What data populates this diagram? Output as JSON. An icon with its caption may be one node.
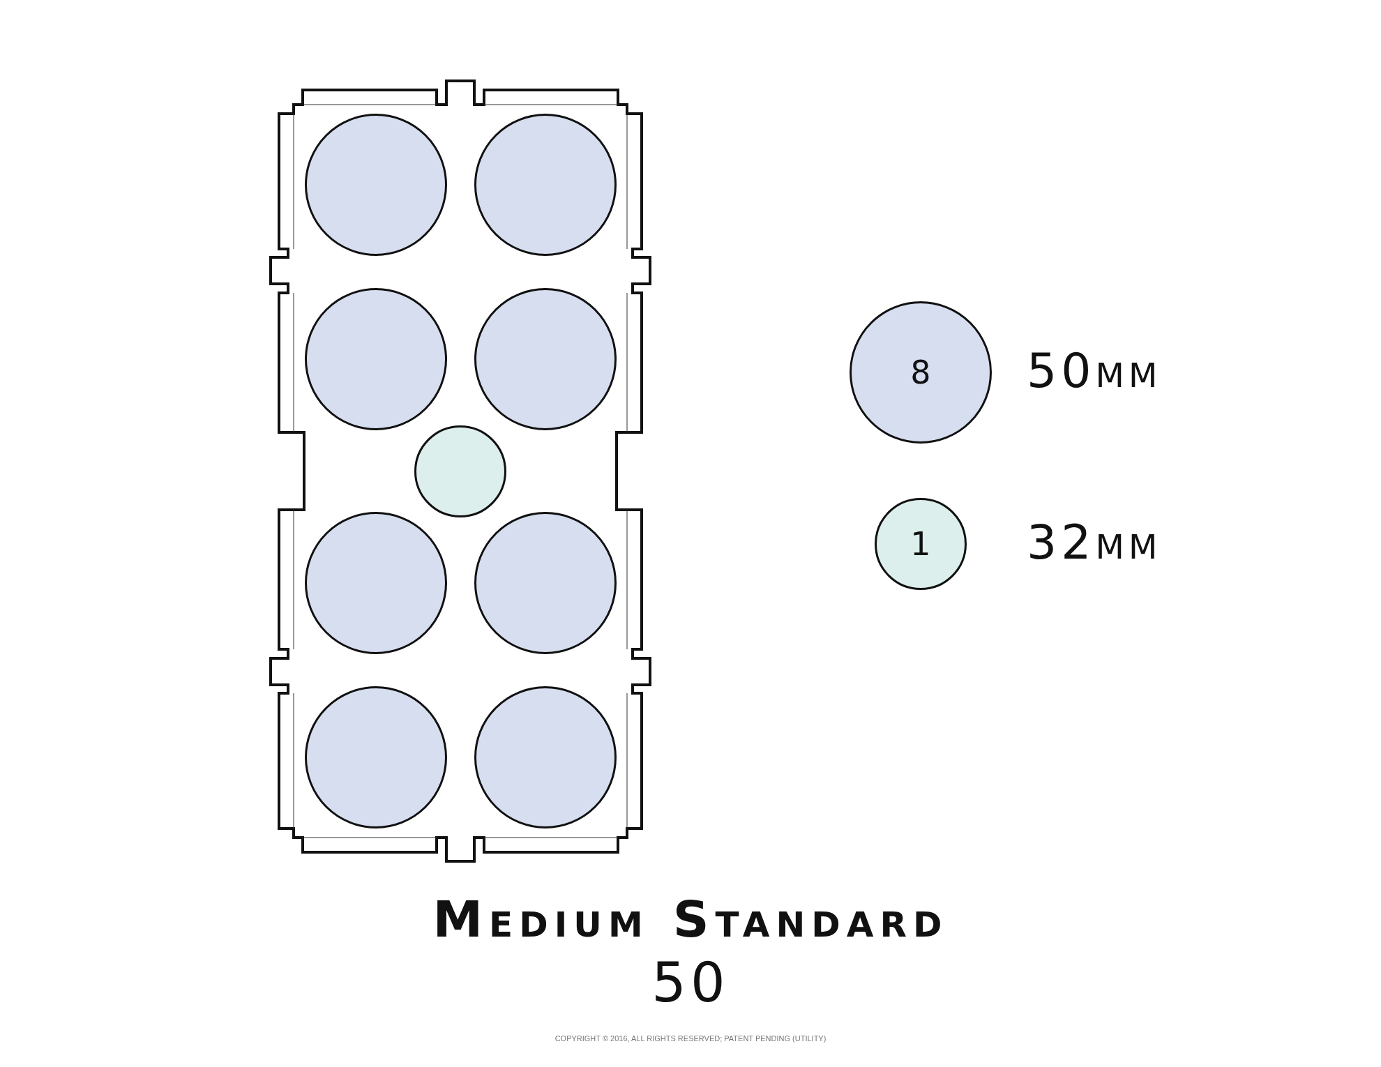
{
  "diagram": {
    "title": "Medium Standard",
    "nodes": [
      {
        "text": [],
        "shape": "circle"
      },
      {
        "text": [],
        "shape": "circle"
      },
      {
        "text": [],
        "shape": "circle"
      },
      {
        "text": [],
        "shape": "circle"
      },
      {
        "text": [],
        "shape": "circle"
      },
      {
        "text": [],
        "shape": "circle"
      },
      {
        "text": [],
        "shape": "circle"
      },
      {
        "text": [],
        "shape": "circle"
      },
      {
        "text": [],
        "shape": "circle"
      },
      {
        "text": [
          "8"
        ],
        "beside": [
          "50mm"
        ]
      },
      {
        "text": [
          "1"
        ],
        "beside": [
          "32mm"
        ]
      }
    ],
    "labels": [
      "50",
      "COPYRIGHT © 2016, ALL RIGHTS RESERVED; PATENT PENDING (UTILITY)"
    ]
  }
}
